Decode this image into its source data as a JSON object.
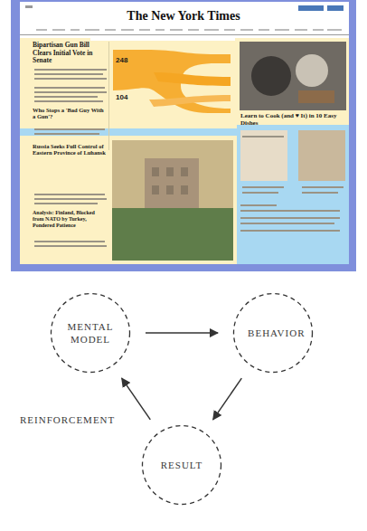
{
  "diagram": {
    "nodes": [
      {
        "text": [
          "MENTAL MODEL"
        ]
      },
      {
        "text": [
          "BEHAVIOR"
        ]
      },
      {
        "text": [
          "RESULT"
        ]
      }
    ],
    "edges": [
      {
        "from": 0,
        "to": 1,
        "arrow": "to"
      },
      {
        "from": 1,
        "to": 2,
        "arrow": "to"
      },
      {
        "from": 2,
        "to": 0,
        "arrow": "to"
      }
    ],
    "labels": [
      "The New York Times",
      "Bipartisan Gun Bill Clears Initial Vote in Senate",
      "248",
      "104",
      "Who Stops a 'Bad Guy With a Gun'?",
      "Learn to Cook (and ♥ It) in 10 Easy Dishes",
      "Russia Seeks Full Control of Eastern Province of Luhansk",
      "Analysis: Finland, Blocked from NATO by Turkey, Pondered Patience",
      "REINFORCEMENT"
    ]
  }
}
